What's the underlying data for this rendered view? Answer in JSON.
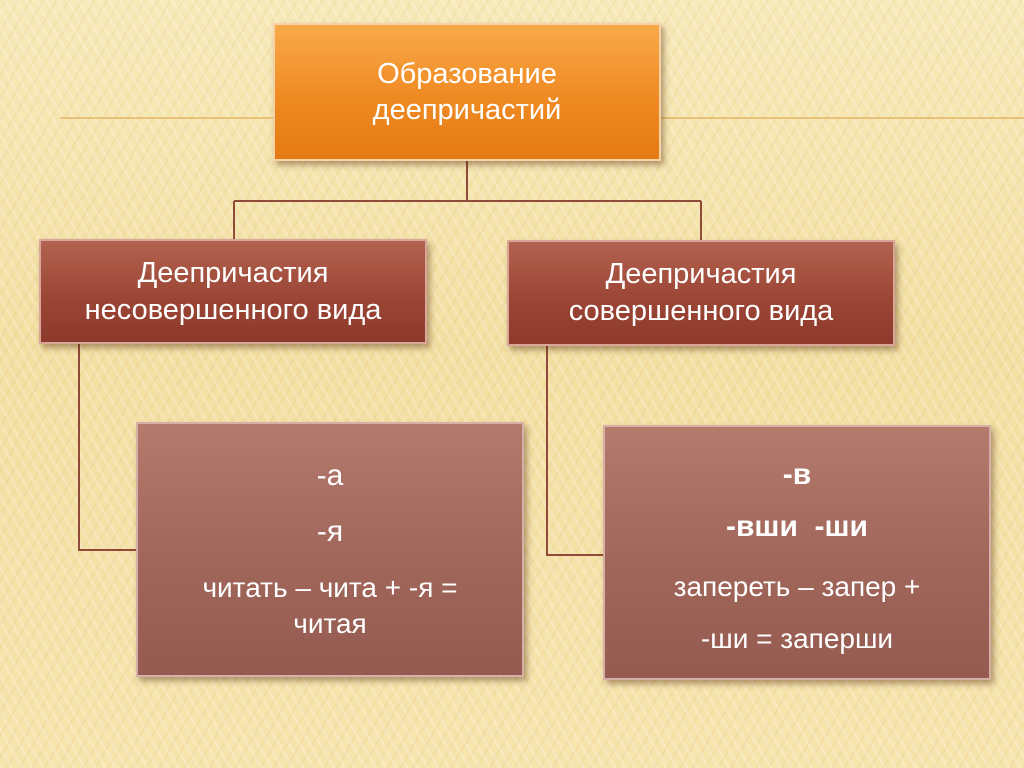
{
  "root": {
    "line1": "Образование",
    "line2": "деепричастий"
  },
  "imperfective": {
    "line1": "Деепричастия",
    "line2": "несовершенного вида"
  },
  "perfective": {
    "line1": "Деепричастия",
    "line2": "совершенного вида"
  },
  "imperfective_suffixes": {
    "suffix1": "-а",
    "suffix2": "-я",
    "example_line1": "читать – чита + -я =",
    "example_line2": "читая"
  },
  "perfective_suffixes": {
    "suffix1": "-в",
    "suffix2": "-вши  -ши",
    "example_line1": "запереть – запер +",
    "example_line2": "-ши = заперши"
  },
  "colors": {
    "root_fill": "#ef8a22",
    "category_fill": "#9a4434",
    "leaf_fill": "#a0665a",
    "connector": "#8f4a3a",
    "background": "#f5e3aa"
  }
}
